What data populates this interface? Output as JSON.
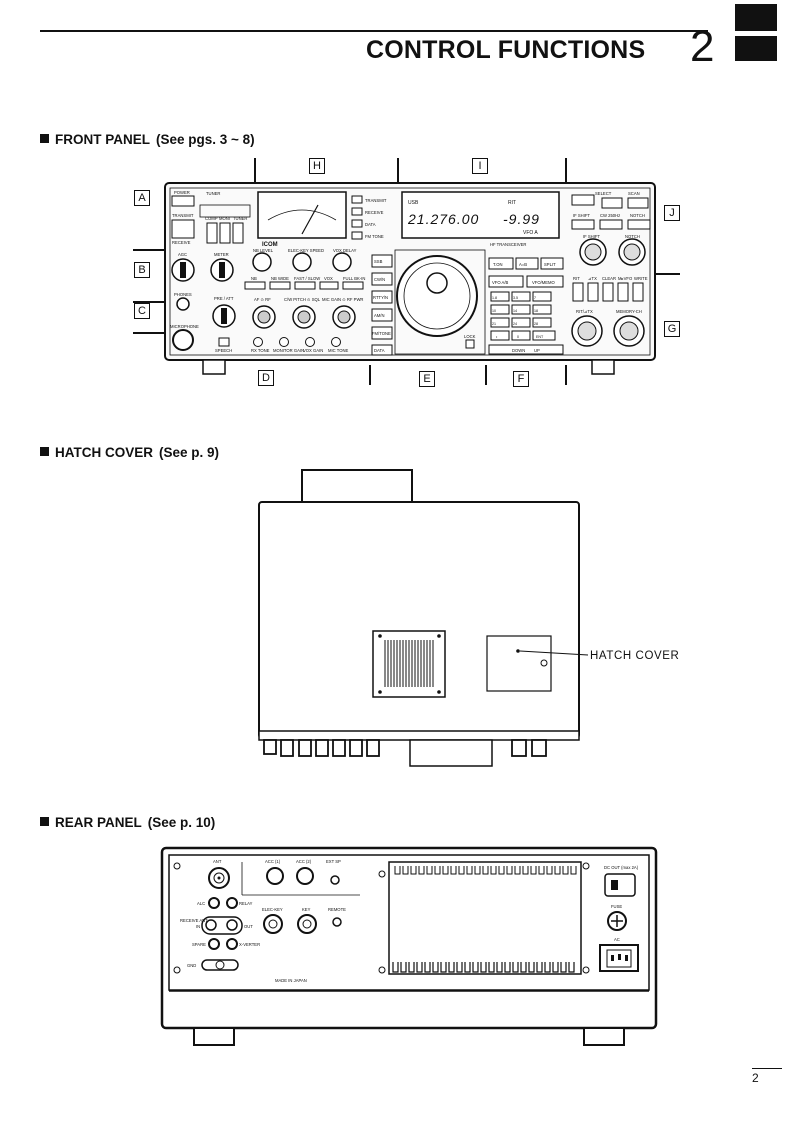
{
  "header": {
    "title": "CONTROL FUNCTIONS",
    "chapter": "2"
  },
  "sections": {
    "front": {
      "label": "FRONT PANEL",
      "ref": "(See pgs. 3 ~ 8)"
    },
    "hatch": {
      "label": "HATCH COVER",
      "ref": "(See p. 9)"
    },
    "rear": {
      "label": "REAR PANEL",
      "ref": "(See p. 10)"
    }
  },
  "front_callouts": [
    "A",
    "B",
    "C",
    "D",
    "E",
    "F",
    "G",
    "H",
    "I",
    "J"
  ],
  "front_panel": {
    "power": "POWER",
    "tuner": "TUNER",
    "transmit": "TRANSMIT",
    "receive": "RECEIVE",
    "comp": "COMP",
    "moni": "MONI",
    "tuner2": "TUNER",
    "agc": "AGC",
    "meter": "METER",
    "phones": "PHONES",
    "microphone": "MICROPHONE",
    "preatt": "PRE / ATT",
    "nb_level": "NB LEVEL",
    "elec_key_speed": "ELEC-KEY SPEED",
    "vox_delay": "VOX DELAY",
    "nb": "NB",
    "nb_wide": "NB WIDE",
    "fast_slow": "FAST / SLOW",
    "vox": "VOX",
    "full_bk": "FULL BK-IN",
    "af_rf": "AF ⊙ RF",
    "cw_pitch": "C/W PITCH ⊙ SQL",
    "mic_gain": "MIC GAIN ⊙ RF PWR",
    "speech": "SPEECH",
    "rx_tone": "RX TONE",
    "monitor_gain": "MONITOR GAIN",
    "vox_gain": "VOX GAIN",
    "mic_tone": "MIC TONE",
    "meter_labels": [
      "TRANSMIT",
      "RECEIVE",
      "DATA",
      "FM TONE"
    ],
    "brand": "ICOM",
    "model": "HF TRANSCEIVER",
    "mode_buttons": [
      "SSB",
      "CW/N",
      "RTTY/N",
      "AM/N",
      "FM/TONE",
      "DATA"
    ],
    "lock": "LOCK",
    "display_mode": "USB",
    "display_rit": "RIT",
    "display_freq": "21.276.00",
    "display_offset": "-9.99",
    "display_vfo": "VFO A",
    "select": "SELECT",
    "scan": "SCAN",
    "if_shift": "IF SHIFT",
    "cw250": "CW 250Hz",
    "notch": "NOTCH",
    "if_shift_knob": "IF SHIFT",
    "notch_knob": "NOTCH",
    "vfo_ab": "VFO A/B",
    "vfo_memo": "VFO/MEMO",
    "split": "SPLIT",
    "t_on": "T.ON",
    "a_eq_b": "A=B",
    "rit": "RIT",
    "delta_tx": "⊿TX",
    "clear": "CLEAR",
    "m_vfo": "M▸VFO",
    "write": "WRITE",
    "rit_knob": "RIT/⊿TX",
    "memory_ch": "MEMORY-CH",
    "down": "DOWN",
    "up": "UP",
    "keypad": [
      "1.8",
      "3.5",
      "7",
      "10",
      "14",
      "18",
      "21",
      "24",
      "28",
      "•",
      "0",
      "ENT"
    ]
  },
  "hatch_cover": {
    "label": "HATCH COVER"
  },
  "rear_panel": {
    "ant": "ANT",
    "acc1": "ACC (1)",
    "acc2": "ACC (2)",
    "ext_sp": "EXT SP",
    "alc": "ALC",
    "relay": "RELAY",
    "receive_ant": "RECEIVE ANT",
    "in": "IN",
    "out": "OUT",
    "elec_key": "ELEC-KEY",
    "key": "KEY",
    "remote": "REMOTE",
    "spare": "SPARE",
    "x_verter": "X-VERTER",
    "gnd": "GND",
    "made_in": "MADE IN JAPAN",
    "dc_out": "DC OUT (max 2A)",
    "fuse": "FUSE",
    "ac": "AC"
  },
  "page_number": "2"
}
